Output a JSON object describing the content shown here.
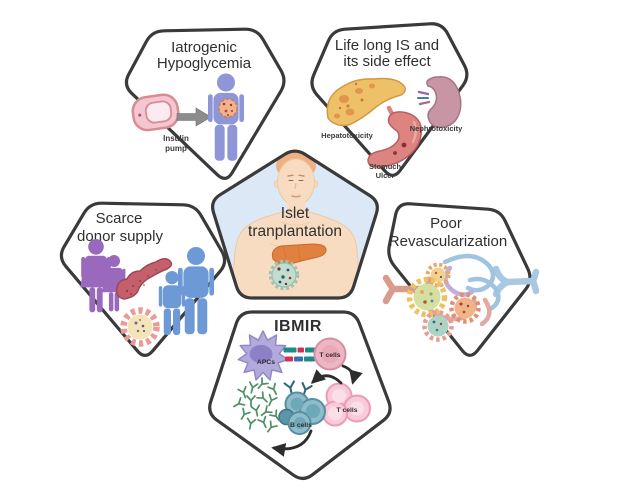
{
  "colors": {
    "pentagon_fill": "#ffffff",
    "center_fill": "#dce8f5",
    "outline": "#3a3a3a",
    "patient_purple": "#8e96d8",
    "male_blue": "#6d9ad6",
    "female_purple": "#9a68bd",
    "skin": "#f8dcc1",
    "hair": "#efb183",
    "pump_pink": "#f4c6d2",
    "pump_outline": "#d98b92",
    "arrow_gray": "#8c8c8c",
    "islet_orange": "#f2b38c",
    "liver_center_orange": "#e0813f",
    "islet_teal": "#c2dccd",
    "liver_yellow": "#eec169",
    "stomach_red": "#dd8480",
    "kidney_mauve": "#c795a3",
    "pancreas_red": "#c4606c",
    "vessel_pink": "#d99b8b",
    "vessel_blue": "#a9c8e2",
    "apc_purple": "#b3aadc",
    "apc_nucleus": "#8d80c7",
    "tcell_pink": "#eeb5c2",
    "tcell_light_pink": "#f8cbd9",
    "bcell_teal": "#8fbcca",
    "antibody_green": "#4d8f66",
    "arrow_black": "#2d2d2d"
  },
  "center": {
    "title_line1": "Islet",
    "title_line2": "tranplantation"
  },
  "iatrogenic": {
    "title_line1": "Iatrogenic",
    "title_line2": "Hypoglycemia",
    "pump_label_line1": "Insulin",
    "pump_label_line2": "pump"
  },
  "lifelong": {
    "title_line1": "Life long IS and",
    "title_line2": "its side effect",
    "liver_label": "Hepatotoxicity",
    "kidney_label": "Nephrotoxicity",
    "stomach_label_line1": "Stomuch",
    "stomach_label_line2": "Ulcer"
  },
  "scarce": {
    "title_line1": "Scarce",
    "title_line2": "donor supply"
  },
  "revasc": {
    "title_line1": "Poor",
    "title_line2": "Revascularization"
  },
  "ibmir": {
    "title": "IBMIR",
    "apc_label": "APCs",
    "tcell_label": "T cells",
    "tcell_cluster_label": "T cells",
    "bcell_label": "B cells"
  }
}
